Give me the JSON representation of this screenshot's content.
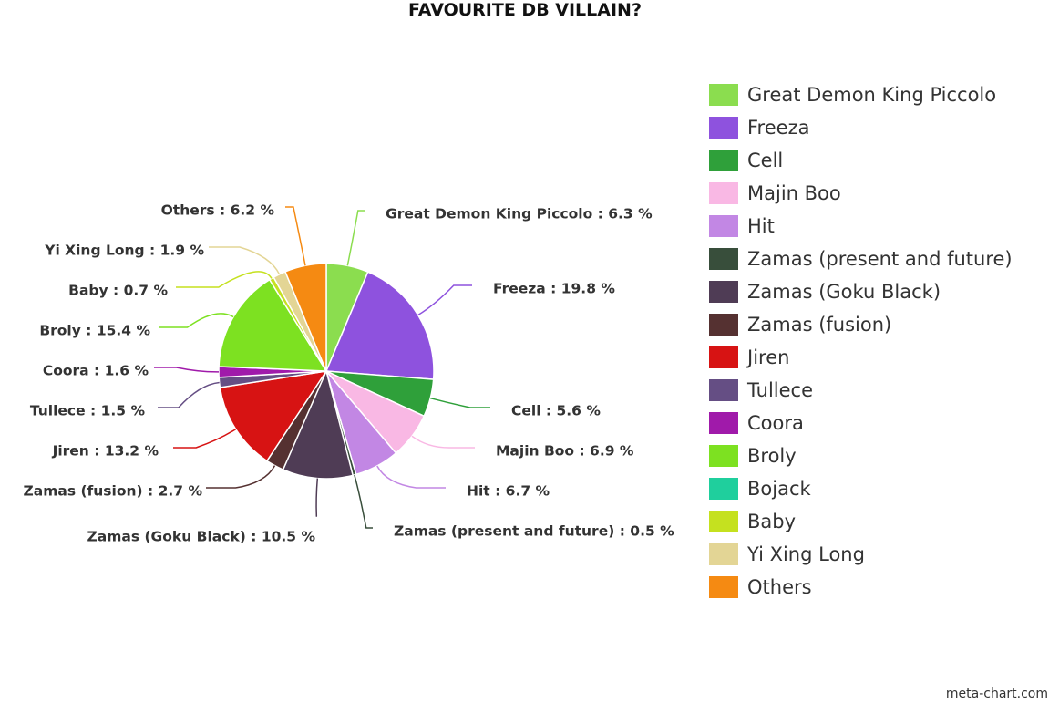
{
  "chart_data": {
    "type": "pie",
    "title": "FAVOURITE DB VILLAIN?",
    "unit": "%",
    "slices": [
      {
        "name": "Great Demon King Piccolo",
        "value": 6.3,
        "label": "Great Demon King Piccolo : 6.3 %",
        "color": "#8bdd4f"
      },
      {
        "name": "Freeza",
        "value": 19.8,
        "label": "Freeza : 19.8 %",
        "color": "#8e52de"
      },
      {
        "name": "Cell",
        "value": 5.6,
        "label": "Cell : 5.6 %",
        "color": "#2fa03a"
      },
      {
        "name": "Majin Boo",
        "value": 6.9,
        "label": "Majin Boo : 6.9 %",
        "color": "#f9b8e4"
      },
      {
        "name": "Hit",
        "value": 6.7,
        "label": "Hit : 6.7 %",
        "color": "#c287e4"
      },
      {
        "name": "Zamas (present and future)",
        "value": 0.5,
        "label": "Zamas (present and future) : 0.5 %",
        "color": "#384e3b"
      },
      {
        "name": "Zamas (Goku Black)",
        "value": 10.5,
        "label": "Zamas (Goku Black) : 10.5 %",
        "color": "#4f3c55"
      },
      {
        "name": "Zamas (fusion)",
        "value": 2.7,
        "label": "Zamas (fusion) : 2.7 %",
        "color": "#553131"
      },
      {
        "name": "Jiren",
        "value": 13.2,
        "label": "Jiren : 13.2 %",
        "color": "#d71313"
      },
      {
        "name": "Tullece",
        "value": 1.5,
        "label": "Tullece : 1.5 %",
        "color": "#654e84"
      },
      {
        "name": "Coora",
        "value": 1.6,
        "label": "Coora : 1.6 %",
        "color": "#a01aaa"
      },
      {
        "name": "Broly",
        "value": 15.4,
        "label": "Broly : 15.4 %",
        "color": "#7de121"
      },
      {
        "name": "Bojack",
        "value": 0,
        "label": "",
        "color": "#1fcf9d"
      },
      {
        "name": "Baby",
        "value": 0.7,
        "label": "Baby : 0.7 %",
        "color": "#c5e11f"
      },
      {
        "name": "Yi Xing Long",
        "value": 1.9,
        "label": "Yi Xing Long : 1.9 %",
        "color": "#e3d595"
      },
      {
        "name": "Others",
        "value": 6.2,
        "label": "Others : 6.2 %",
        "color": "#f58a12"
      }
    ],
    "legend_position": "right"
  },
  "credit": "meta-chart.com"
}
